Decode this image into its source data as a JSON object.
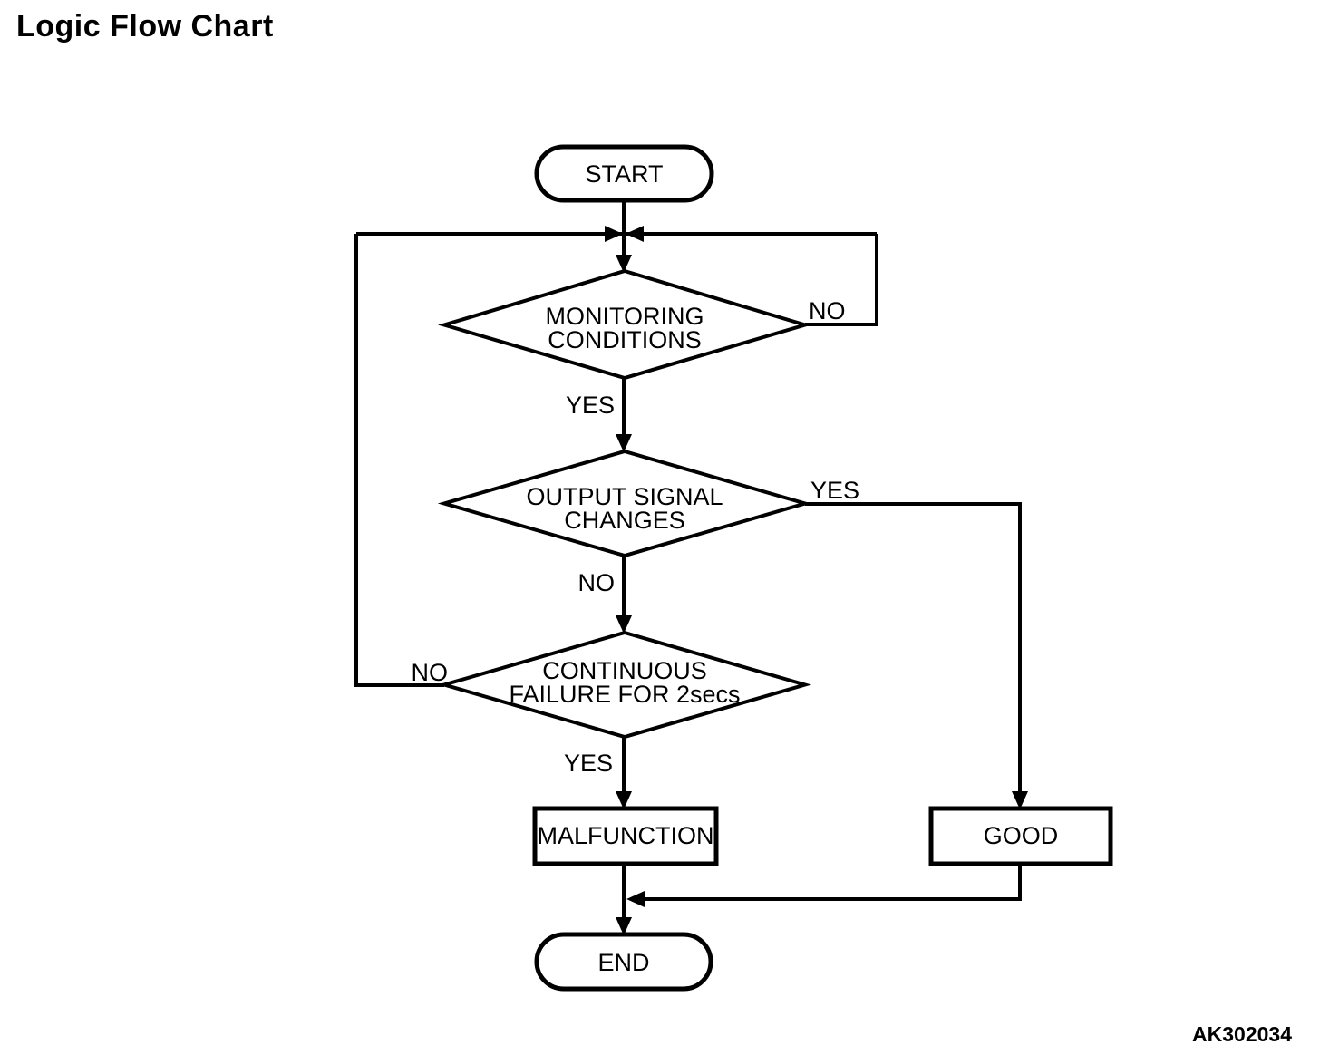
{
  "page": {
    "title": "Logic Flow Chart",
    "figure_code": "AK302034"
  },
  "colors": {
    "line": "#000000",
    "background": "#ffffff",
    "text": "#000000"
  },
  "flowchart": {
    "type": "flowchart",
    "nodes": {
      "start": {
        "shape": "terminator",
        "label": "START"
      },
      "monitoring_conditions": {
        "shape": "decision",
        "label": "MONITORING CONDITIONS",
        "line1": "MONITORING",
        "line2": "CONDITIONS"
      },
      "output_signal_changes": {
        "shape": "decision",
        "label": "OUTPUT SIGNAL CHANGES",
        "line1": "OUTPUT SIGNAL",
        "line2": "CHANGES"
      },
      "continuous_failure": {
        "shape": "decision",
        "label": "CONTINUOUS FAILURE FOR 2secs",
        "line1": "CONTINUOUS",
        "line2": "FAILURE FOR 2secs"
      },
      "malfunction": {
        "shape": "process",
        "label": "MALFUNCTION"
      },
      "good": {
        "shape": "process",
        "label": "GOOD"
      },
      "end": {
        "shape": "terminator",
        "label": "END"
      }
    },
    "labels": {
      "monitoring_yes": "YES",
      "monitoring_no": "NO",
      "output_yes": "YES",
      "output_no": "NO",
      "continuous_yes": "YES",
      "continuous_no": "NO"
    },
    "edges": [
      {
        "from": "start",
        "to": "monitoring_conditions",
        "label": ""
      },
      {
        "from": "monitoring_conditions",
        "to": "loop_junction_top",
        "label": "NO"
      },
      {
        "from": "monitoring_conditions",
        "to": "output_signal_changes",
        "label": "YES"
      },
      {
        "from": "output_signal_changes",
        "to": "good",
        "label": "YES"
      },
      {
        "from": "output_signal_changes",
        "to": "continuous_failure",
        "label": "NO"
      },
      {
        "from": "continuous_failure",
        "to": "loop_junction_top",
        "label": "NO"
      },
      {
        "from": "continuous_failure",
        "to": "malfunction",
        "label": "YES"
      },
      {
        "from": "malfunction",
        "to": "end",
        "label": ""
      },
      {
        "from": "good",
        "to": "end",
        "label": ""
      }
    ]
  }
}
